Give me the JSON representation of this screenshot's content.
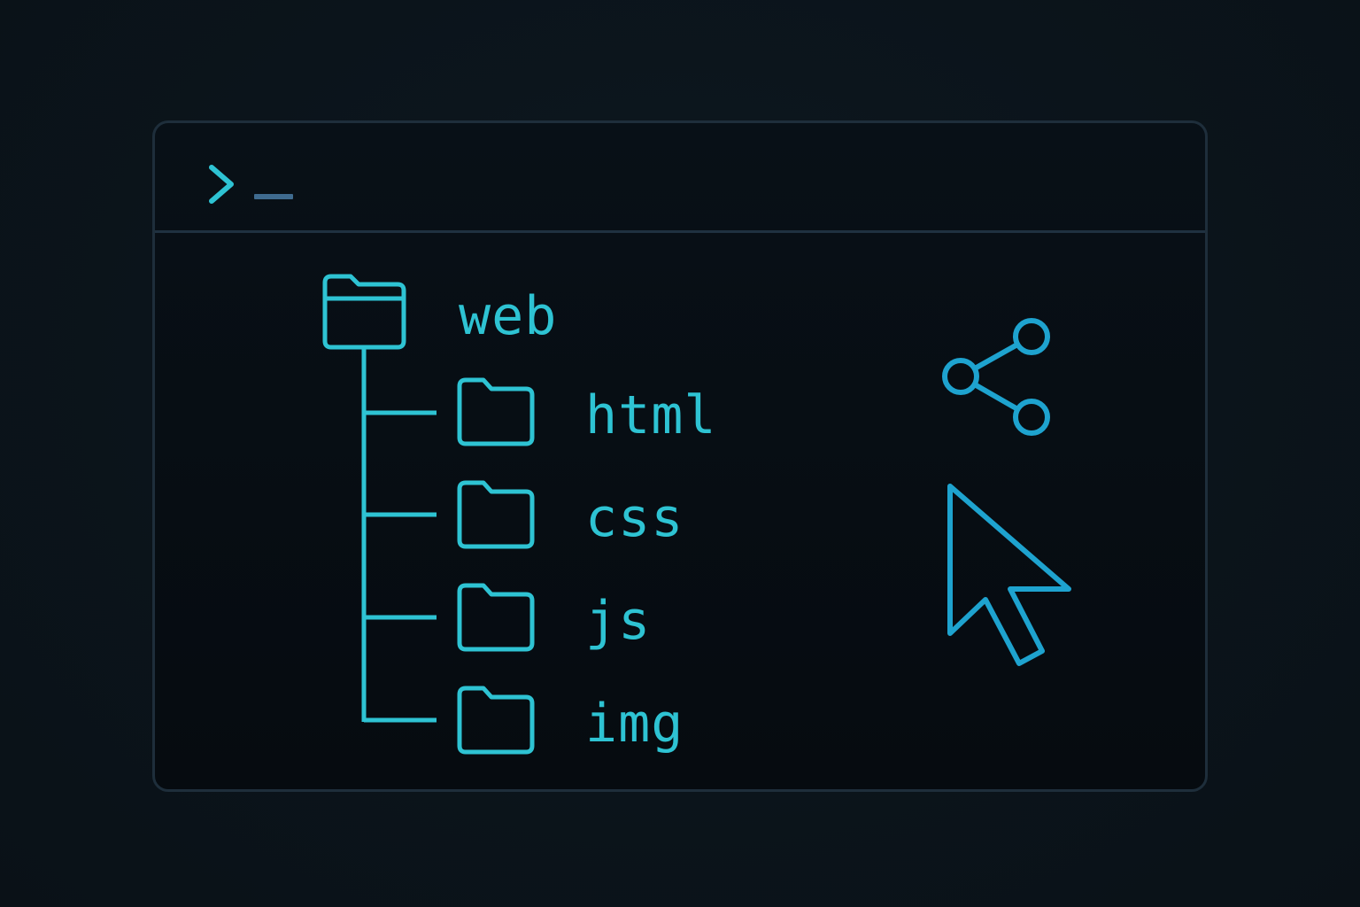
{
  "terminal": {
    "prompt_icon": "chevron-right-icon"
  },
  "tree": {
    "root": {
      "label": "web",
      "icon": "folder-open-icon"
    },
    "children": [
      {
        "label": "html",
        "icon": "folder-icon"
      },
      {
        "label": "css",
        "icon": "folder-icon"
      },
      {
        "label": "js",
        "icon": "folder-icon"
      },
      {
        "label": "img",
        "icon": "folder-icon"
      }
    ]
  },
  "side_icons": [
    "share-icon",
    "mouse-pointer-icon"
  ],
  "colors": {
    "accent": "#2ec3d3",
    "pointer": "#1ea3cf",
    "cursor": "#3f6b8f",
    "border": "#1e2e3b",
    "background": "#0b141b"
  }
}
